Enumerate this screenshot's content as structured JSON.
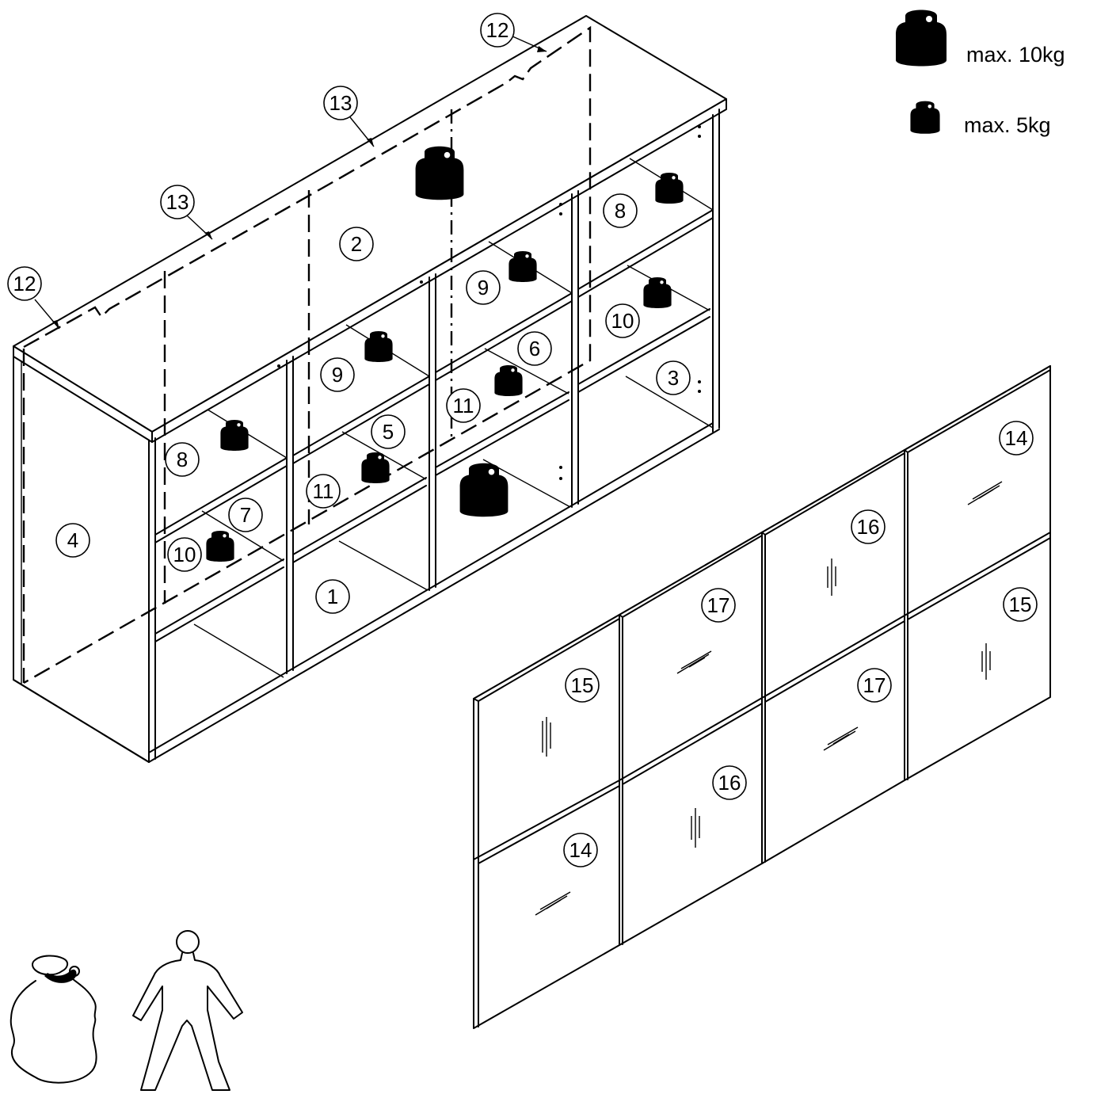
{
  "legend": {
    "heavy_label": "max. 10kg",
    "light_label": "max. 5kg",
    "heavy_icon": "weight-10kg-icon",
    "light_icon": "weight-5kg-icon"
  },
  "cabinet_parts": {
    "bottom": "1",
    "top": "2",
    "side_right": "3",
    "side_left": "4",
    "divider_a": "5",
    "divider_b": "6",
    "divider_c": "7",
    "shelf_8": "8",
    "shelf_9": "9",
    "shelf_10": "10",
    "shelf_11": "11",
    "back_edge": "12",
    "back_panel": "13"
  },
  "door_parts": {
    "door_14": "14",
    "door_15": "15",
    "door_16": "16",
    "door_17": "17"
  },
  "icons": {
    "bag": "hardware-bag-icon",
    "person": "one-person-icon"
  }
}
